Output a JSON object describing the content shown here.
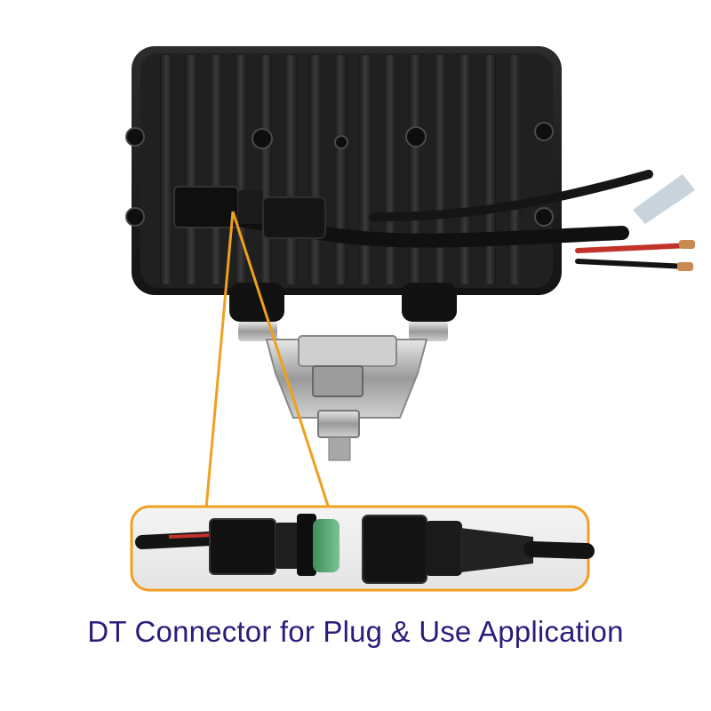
{
  "caption": "DT Connector for Plug & Use Application",
  "colors": {
    "caption": "#2a1d7a",
    "callout_line": "#f0a020",
    "housing": "#1e1e1e",
    "fin": "#333333",
    "red_wire": "#c0322a",
    "connector_green": "#4a9a62"
  },
  "icons": {
    "light": "work-light-rear-view",
    "connector_pair": "dt-connector-closeup"
  }
}
